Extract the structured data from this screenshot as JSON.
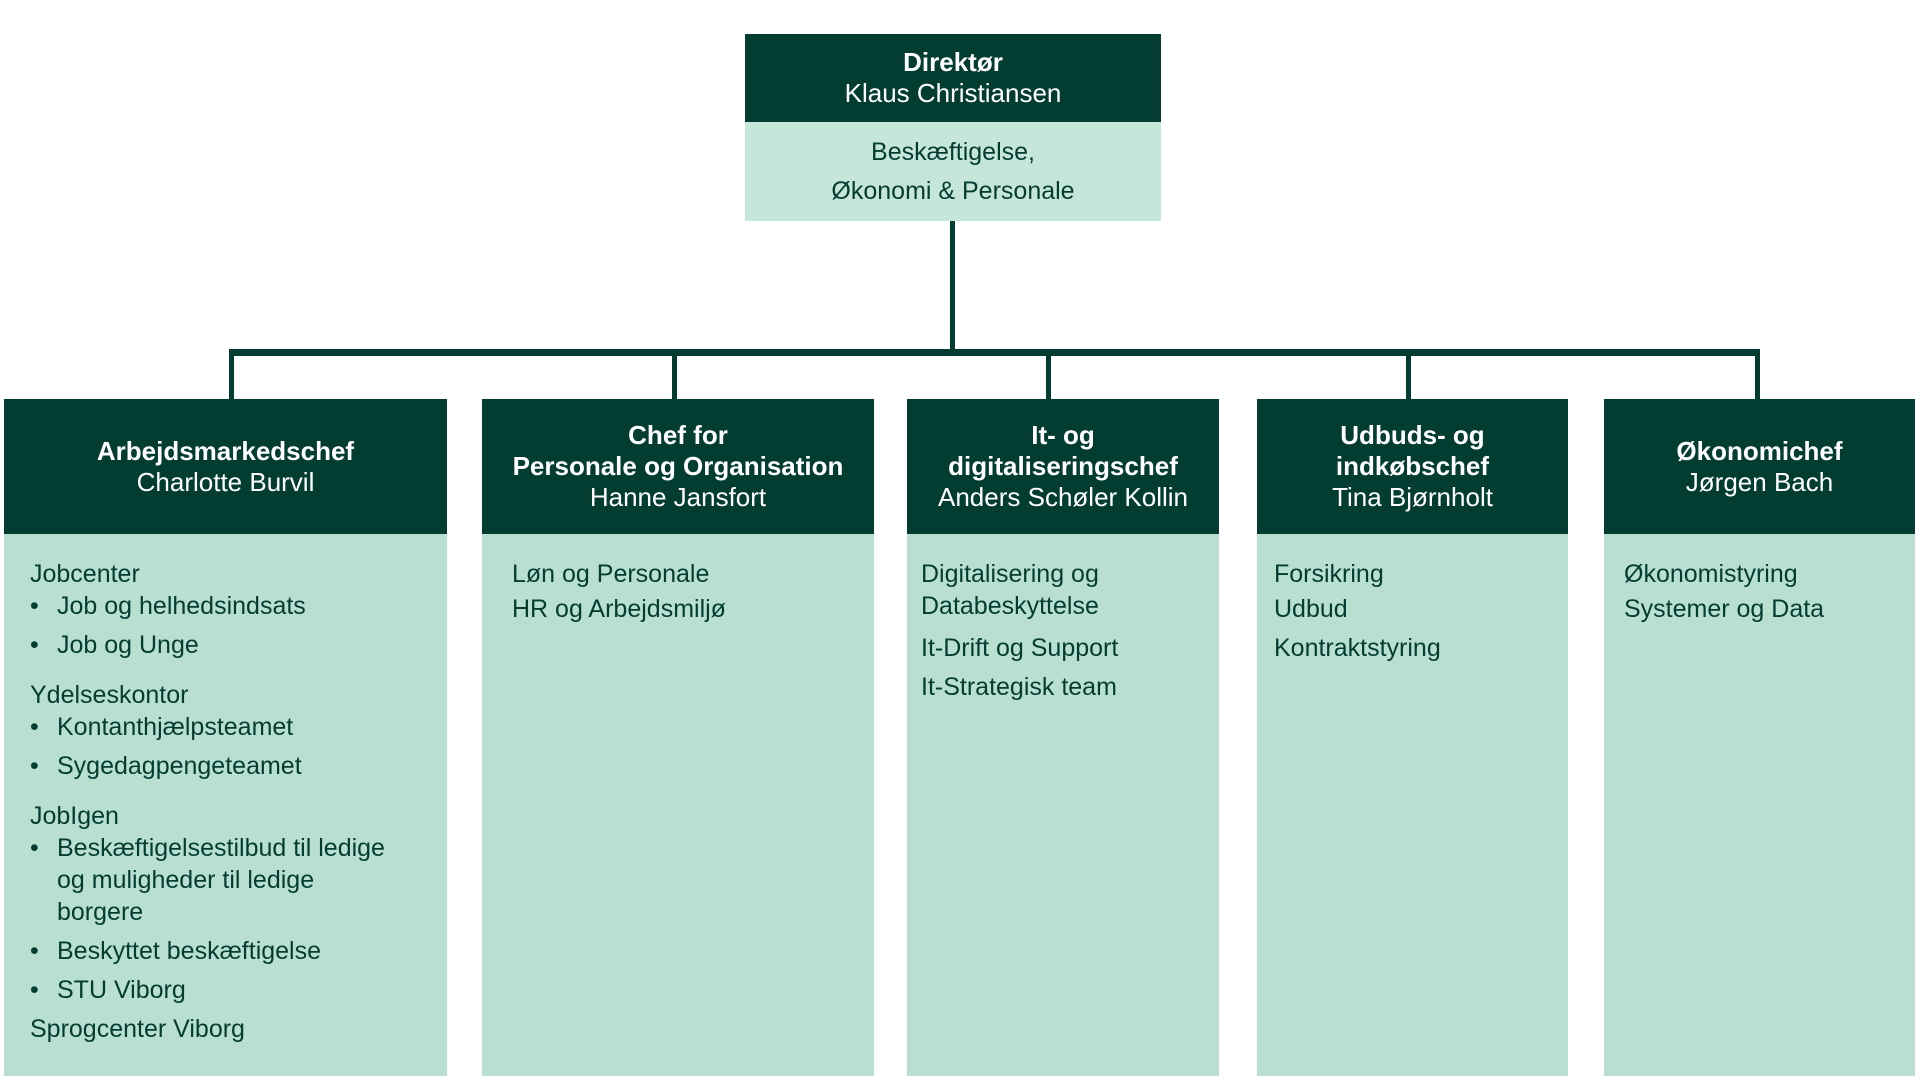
{
  "chart_title": "",
  "director": {
    "title": "Direktør",
    "name": "Klaus Christiansen",
    "area_line1": "Beskæftigelse,",
    "area_line2": "Økonomi & Personale"
  },
  "chiefs": [
    {
      "title_lines": [
        "Arbejdsmarkedschef"
      ],
      "name": "Charlotte Burvil",
      "sections": [
        {
          "label": "Jobcenter",
          "items": [
            "Job og helhedsindsats",
            "Job og Unge"
          ]
        },
        {
          "label": "Ydelseskontor",
          "items": [
            "Kontanthjælpsteamet",
            "Sygedagpengeteamet"
          ]
        },
        {
          "label": "JobIgen",
          "items": [
            "Beskæftigelsestilbud til ledige og muligheder til ledige borgere",
            "Beskyttet beskæftigelse",
            "STU Viborg"
          ]
        },
        {
          "label": "Sprogcenter Viborg",
          "items": []
        }
      ]
    },
    {
      "title_lines": [
        "Chef for",
        "Personale og Organisation"
      ],
      "name": "Hanne Jansfort",
      "units": [
        "Løn og Personale",
        "HR og Arbejdsmiljø"
      ]
    },
    {
      "title_lines": [
        "It- og",
        "digitaliseringschef"
      ],
      "name": "Anders Schøler Kollin",
      "units": [
        "Digitalisering og Databeskyttelse",
        "It-Drift og Support",
        "It-Strategisk team"
      ]
    },
    {
      "title_lines": [
        "Udbuds- og",
        "indkøbschef"
      ],
      "name": "Tina Bjørnholt",
      "units": [
        "Forsikring",
        "Udbud",
        "Kontraktstyring"
      ]
    },
    {
      "title_lines": [
        "Økonomichef"
      ],
      "name": "Jørgen Bach",
      "units": [
        "Økonomistyring",
        "Systemer og Data"
      ]
    }
  ],
  "colors": {
    "dark": "#033d32",
    "light": "#b9dfd1",
    "director_light": "#c6e6d9"
  }
}
